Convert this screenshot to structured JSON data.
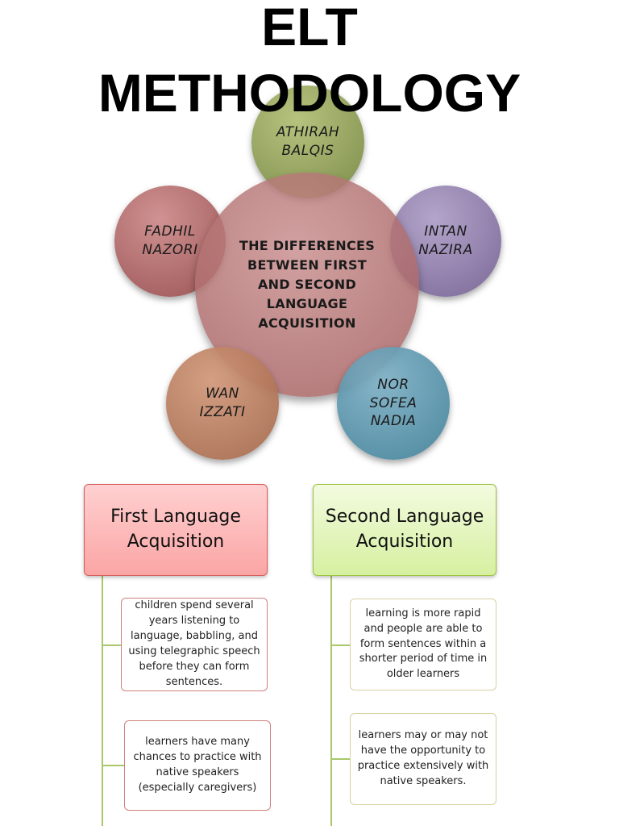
{
  "title": {
    "line1": "ELT",
    "line2": "METHODOLOGY"
  },
  "center": {
    "label": "THE DIFFERENCES\nBETWEEN FIRST\nAND SECOND\nLANGUAGE\nACQUISITION"
  },
  "members": [
    {
      "label": "ATHIRAH\nBALQIS"
    },
    {
      "label": "INTAN\nNAZIRA"
    },
    {
      "label": "NOR\nSOFEA\nNADIA"
    },
    {
      "label": "WAN\nIZZATI"
    },
    {
      "label": "FADHIL\nNAZORI"
    }
  ],
  "first_language": {
    "heading": "First Language Acquisition",
    "points": [
      "children spend several years listening to language, babbling, and using telegraphic speech before they can form sentences.",
      "learners have many chances to practice with native speakers (especially caregivers)"
    ]
  },
  "second_language": {
    "heading": "Second Language Acquisition",
    "points": [
      "learning is more rapid and people are able to form sentences within a shorter period of time in older learners",
      "learners may or may not have the opportunity to practice extensively with native speakers."
    ]
  },
  "colors": {
    "center": "#b5706f",
    "athirah": "#8a9a4f",
    "intan": "#8e7aa5",
    "nor": "#4f8fa6",
    "wan": "#b5795a",
    "fadhil": "#a86060",
    "first_border": "#d65a5a",
    "second_border": "#9cc23e"
  }
}
